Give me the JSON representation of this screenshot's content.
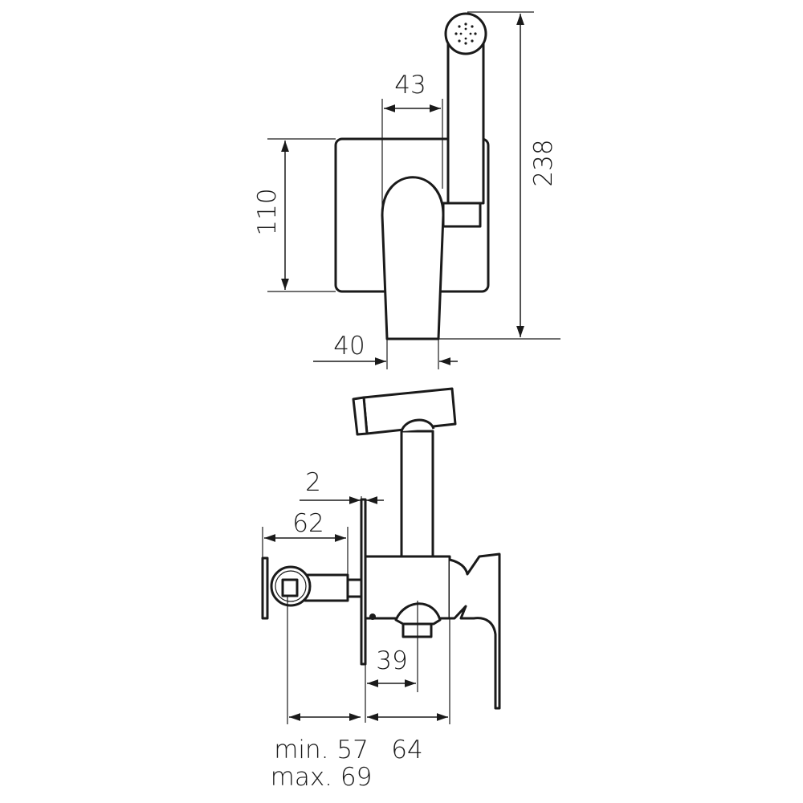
{
  "drawing": {
    "top_view": {
      "dim_width_43": "43",
      "dim_height_110": "110",
      "dim_total_238": "238",
      "dim_handle_40": "40"
    },
    "side_view": {
      "dim_plate_2": "2",
      "dim_valve_62": "62",
      "dim_outlet_39": "39",
      "dim_min": "min. 57",
      "dim_max": "max. 69",
      "dim_body_64": "64"
    },
    "colors": {
      "line": "#1a1a1a",
      "background": "#ffffff"
    }
  }
}
